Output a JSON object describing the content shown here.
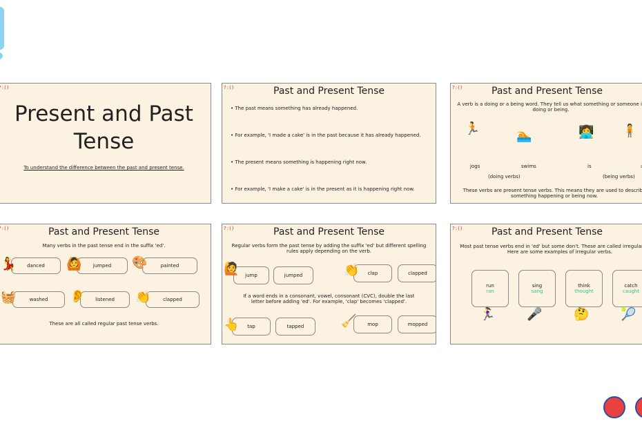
{
  "slides": [
    {
      "title": "Present and Past Tense",
      "subtitle": "To understand the difference between the past and present tense."
    },
    {
      "title": "Past and Present Tense",
      "bullets": [
        "The past means something has already happened.",
        "For example, 'I made a cake' is in the past because it has already happened.",
        "The present means something is happening right now.",
        "For example, 'I make a cake' is in the present as it is happening right now."
      ]
    },
    {
      "title": "Past and Present Tense",
      "intro": "A verb is a doing or a being word. They tell us what something or someone is doing or being.",
      "verbs": [
        "jogs",
        "swims",
        "is",
        "a"
      ],
      "doing": "(doing verbs)",
      "being": "(being verbs)",
      "footer": "These verbs are present tense verbs. This means they are used to describe something happening or being now."
    },
    {
      "title": "Past and Present Tense",
      "intro": "Many verbs in the past tense end in the suffix 'ed'.",
      "words": [
        "danced",
        "jumped",
        "painted",
        "washed",
        "listened",
        "clapped"
      ],
      "footer": "These are all called regular past tense verbs."
    },
    {
      "title": "Past and Present Tense",
      "intro": "Regular verbs form the past tense by adding the suffix 'ed' but different spelling rules apply depending on the verb.",
      "pairs": [
        [
          "jump",
          "jumped"
        ],
        [
          "clap",
          "clapped"
        ],
        [
          "tap",
          "tapped"
        ],
        [
          "mop",
          "mopped"
        ]
      ],
      "rule": "If a word ends in a consonant, vowel, consonant (CVC), double the last letter before adding 'ed'. For example, 'clap' becomes 'clapped'."
    },
    {
      "title": "Past and Present Tense",
      "intro": "Most past tense verbs end in 'ed' but some don't. These are called irregular verbs. Here are some examples of irregular verbs.",
      "irregular": [
        [
          "run",
          "ran"
        ],
        [
          "sing",
          "sang"
        ],
        [
          "think",
          "thought"
        ],
        [
          "catch",
          "caught"
        ]
      ]
    }
  ],
  "logo": "?:()"
}
